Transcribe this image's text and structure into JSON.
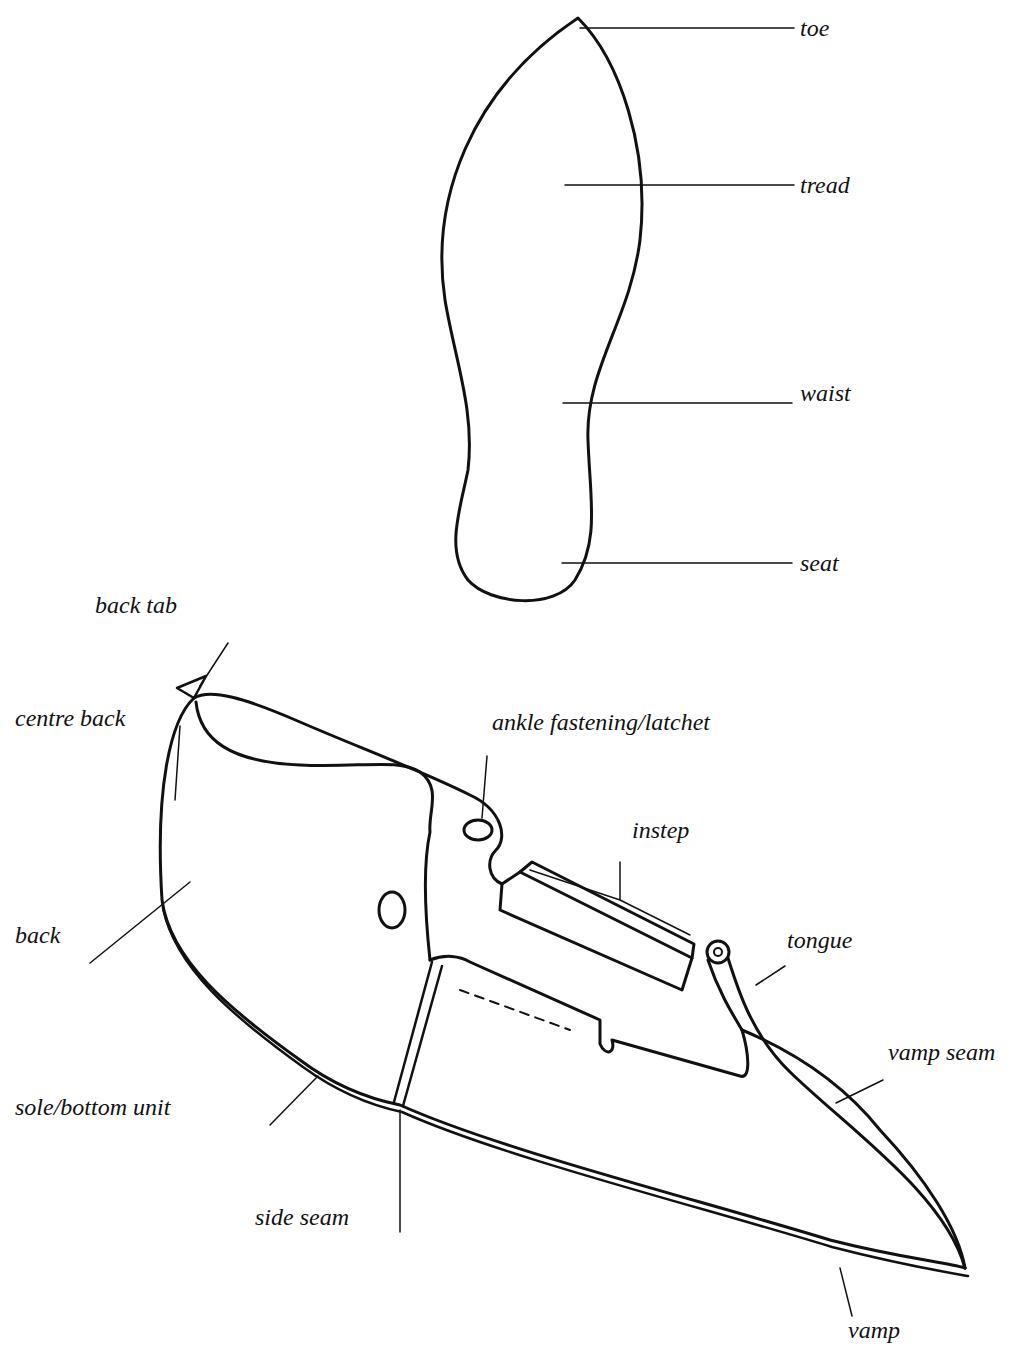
{
  "diagram": {
    "labels": [
      "toe",
      "tread",
      "waist",
      "seat",
      "back tab",
      "centre back",
      "ankle fastening/latchet",
      "instep",
      "tongue",
      "back",
      "vamp seam",
      "sole/bottom unit",
      "side seam",
      "vamp"
    ]
  }
}
